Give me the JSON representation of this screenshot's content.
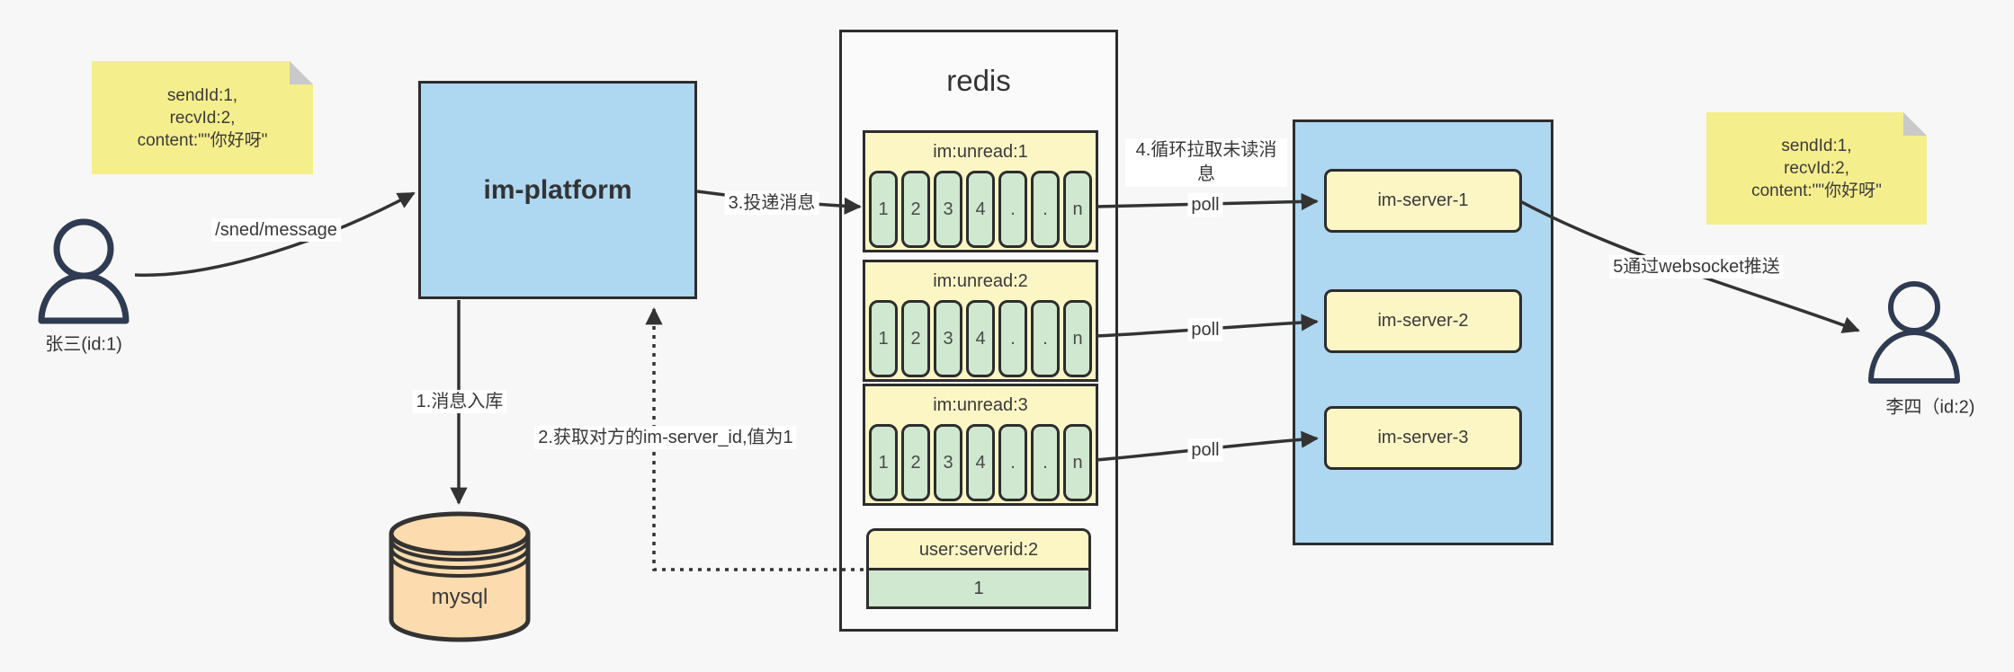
{
  "colors": {
    "canvas_bg": "#f7f7f7",
    "note_yellow": "#f5ee8c",
    "note_fold_gray": "#c9c9c9",
    "box_blue": "#aed7f2",
    "pale_yellow": "#fcf6c5",
    "cell_green": "#cfe8cf",
    "db_peach": "#fcdcae",
    "border_dark": "#2d2d2d",
    "arrow": "#333333",
    "person_stroke": "#2f3b52"
  },
  "notes": {
    "left": {
      "lines": [
        "sendId:1,",
        "recvId:2,",
        "content:\"\"你好呀\""
      ]
    },
    "right": {
      "lines": [
        "sendId:1,",
        "recvId:2,",
        "content:\"\"你好呀\""
      ]
    }
  },
  "actors": {
    "sender": {
      "label": "张三(id:1)"
    },
    "receiver": {
      "label": "李四（id:2)"
    }
  },
  "platform": {
    "label": "im-platform"
  },
  "database": {
    "label": "mysql"
  },
  "redis": {
    "title": "redis",
    "queues": [
      {
        "name": "im:unread:1",
        "cells": [
          "1",
          "2",
          "3",
          "4",
          ".",
          ".",
          "n"
        ]
      },
      {
        "name": "im:unread:2",
        "cells": [
          "1",
          "2",
          "3",
          "4",
          ".",
          ".",
          "n"
        ]
      },
      {
        "name": "im:unread:3",
        "cells": [
          "1",
          "2",
          "3",
          "4",
          ".",
          ".",
          "n"
        ]
      }
    ],
    "kv": {
      "key": "user:serverid:2",
      "value": "1"
    }
  },
  "servers": [
    {
      "label": "im-server-1"
    },
    {
      "label": "im-server-2"
    },
    {
      "label": "im-server-3"
    }
  ],
  "edges": {
    "send": "/sned/message",
    "store": "1.消息入库",
    "fetch": "2.获取对方的im-server_id,值为1",
    "deliver": "3.投递消息",
    "pull": "4.循环拉取未读消息",
    "poll": "poll",
    "push": "5通过websocket推送"
  }
}
